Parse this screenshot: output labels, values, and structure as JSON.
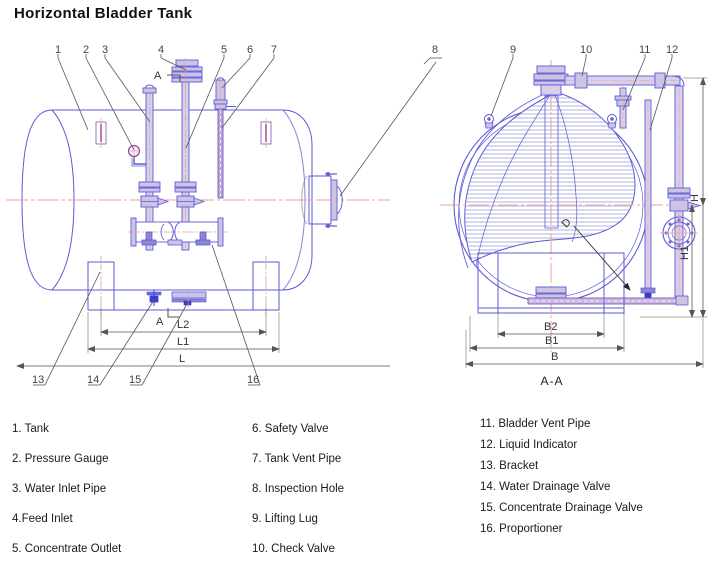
{
  "title": "Horizontal Bladder Tank",
  "views": {
    "front_label": "",
    "section_label": "A-A",
    "section_mark": "A"
  },
  "dimensions": {
    "front": [
      "L2",
      "L1",
      "L"
    ],
    "section_horizontal": [
      "B2",
      "B1",
      "B"
    ],
    "section_vertical": [
      "H",
      "H1"
    ],
    "diameter_label": "D"
  },
  "callout_numbers_front": [
    "1",
    "2",
    "3",
    "4",
    "5",
    "6",
    "7"
  ],
  "callout_numbers_section": [
    "8",
    "9",
    "10",
    "11",
    "12"
  ],
  "callout_numbers_bottom": [
    "13",
    "14",
    "15",
    "16"
  ],
  "legend": {
    "column1": [
      "1. Tank",
      "2. Pressure Gauge",
      "3. Water Inlet Pipe",
      "4.Feed Inlet",
      "5. Concentrate Outlet"
    ],
    "column2": [
      "6. Safety Valve",
      "7. Tank Vent Pipe",
      "8. Inspection Hole",
      "9. Lifting Lug",
      "10. Check Valve"
    ],
    "column3": [
      "11. Bladder Vent Pipe",
      "12. Liquid Indicator",
      "13. Bracket",
      "14. Water Drainage Valve",
      "15. Concentrate Drainage Valve",
      "16. Proportioner"
    ]
  },
  "colors": {
    "outline": "#5b5bd6",
    "pipe_fill": "#b9a8d8",
    "centerline": "#e8a0a0",
    "leader": "#555555",
    "text": "#1a1a1a",
    "hatch": "#c9c9e8"
  }
}
